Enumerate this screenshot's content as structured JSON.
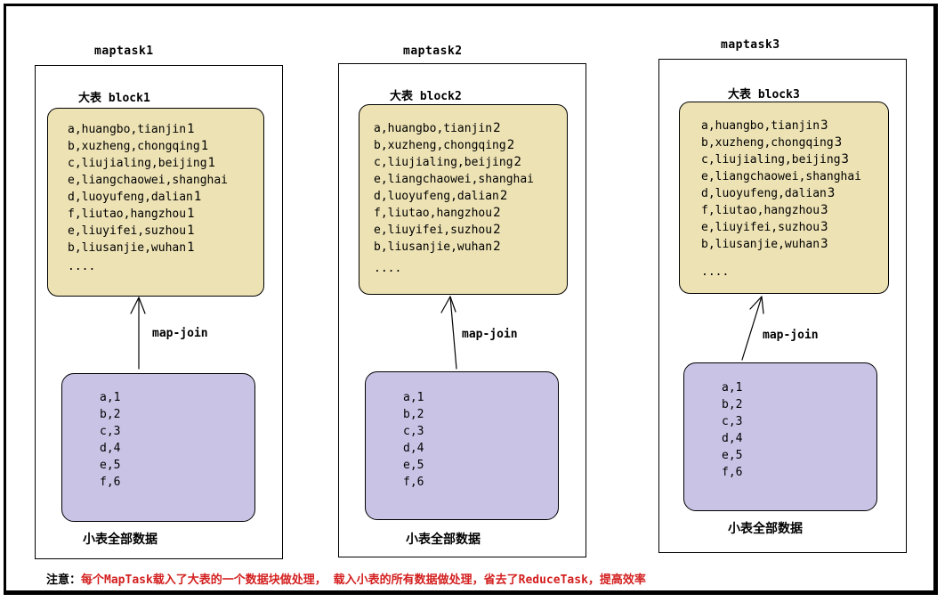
{
  "tasks": [
    {
      "title": "maptask1",
      "block_title": "大表 block1",
      "rows": [
        {
          "text": "a,huangbo,tianjin",
          "n": "1"
        },
        {
          "text": "b,xuzheng,chongqing",
          "n": "1"
        },
        {
          "text": "c,liujialing,beijing",
          "n": "1"
        },
        {
          "text": "e,liangchaowei,shanghai",
          "n": ""
        },
        {
          "text": "d,luoyufeng,dalian",
          "n": "1"
        },
        {
          "text": "f,liutao,hangzhou",
          "n": "1"
        },
        {
          "text": "e,liuyifei,suzhou",
          "n": "1"
        },
        {
          "text": "b,liusanjie,wuhan",
          "n": "1"
        }
      ],
      "ellipsis": "....",
      "map_join": "map-join",
      "small_rows": [
        "a,1",
        "b,2",
        "c,3",
        "d,4",
        "e,5",
        "f,6"
      ],
      "small_caption": "小表全部数据"
    },
    {
      "title": "maptask2",
      "block_title": "大表 block2",
      "rows": [
        {
          "text": "a,huangbo,tianjin",
          "n": "2"
        },
        {
          "text": "b,xuzheng,chongqing",
          "n": "2"
        },
        {
          "text": "c,liujialing,beijing",
          "n": "2"
        },
        {
          "text": "e,liangchaowei,shanghai",
          "n": ""
        },
        {
          "text": "d,luoyufeng,dalian",
          "n": "2"
        },
        {
          "text": "f,liutao,hangzhou",
          "n": "2"
        },
        {
          "text": "e,liuyifei,suzhou",
          "n": "2"
        },
        {
          "text": "b,liusanjie,wuhan",
          "n": "2"
        }
      ],
      "ellipsis": "....",
      "map_join": "map-join",
      "small_rows": [
        "a,1",
        "b,2",
        "c,3",
        "d,4",
        "e,5",
        "f,6"
      ],
      "small_caption": "小表全部数据"
    },
    {
      "title": "maptask3",
      "block_title": "大表 block3",
      "rows": [
        {
          "text": "a,huangbo,tianjin",
          "n": "3"
        },
        {
          "text": "b,xuzheng,chongqing",
          "n": "3"
        },
        {
          "text": "c,liujialing,beijing",
          "n": "3"
        },
        {
          "text": "e,liangchaowei,shanghai",
          "n": ""
        },
        {
          "text": "d,luoyufeng,dalian",
          "n": "3"
        },
        {
          "text": "f,liutao,hangzhou",
          "n": "3"
        },
        {
          "text": "e,liuyifei,suzhou",
          "n": "3"
        },
        {
          "text": "b,liusanjie,wuhan",
          "n": "3"
        }
      ],
      "ellipsis": "....",
      "map_join": "map-join",
      "small_rows": [
        "a,1",
        "b,2",
        "c,3",
        "d,4",
        "e,5",
        "f,6"
      ],
      "small_caption": "小表全部数据"
    }
  ],
  "note": {
    "label": "注意：",
    "text": "每个MapTask载入了大表的一个数据块做处理， 载入小表的所有数据做处理，省去了ReduceTask，提高效率"
  },
  "colors": {
    "big_table_fill": "#ede2b4",
    "small_table_fill": "#c9c4e6",
    "note_text": "#d42020"
  }
}
